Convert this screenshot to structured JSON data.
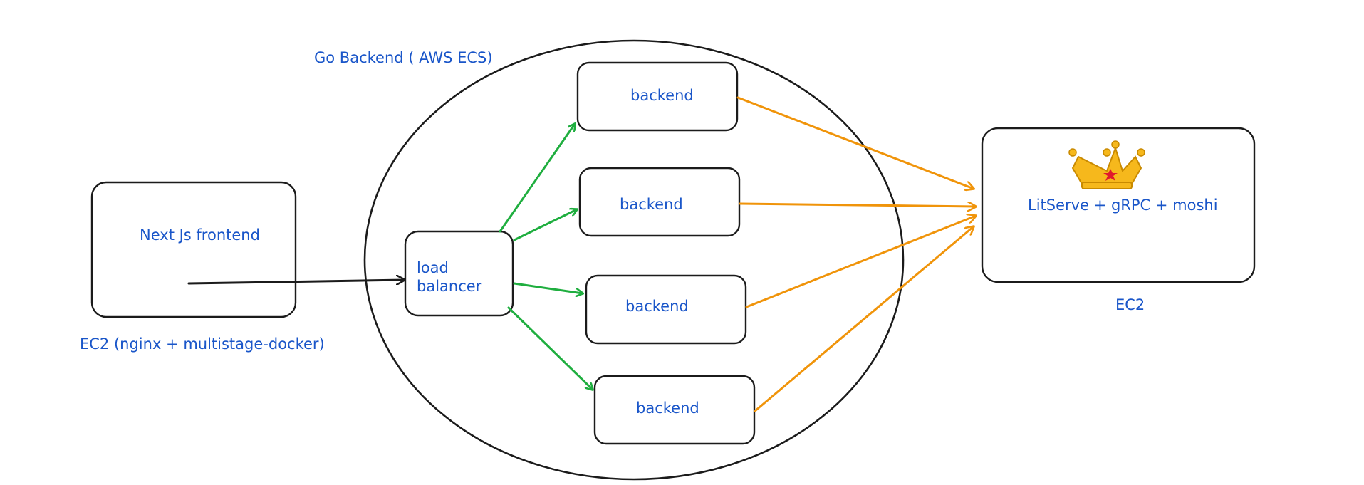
{
  "diagram": {
    "group": {
      "title": "Go Backend ( AWS ECS)"
    },
    "frontend": {
      "label": "Next Js frontend",
      "caption": "EC2 (nginx + multistage-docker)"
    },
    "load_balancer": {
      "line1": "load",
      "line2": "balancer"
    },
    "backends": [
      {
        "label": "backend"
      },
      {
        "label": "backend"
      },
      {
        "label": "backend"
      },
      {
        "label": "backend"
      }
    ],
    "model_server": {
      "label": "LitServe + gRPC + moshi",
      "caption": "EC2",
      "icon": "crown-icon"
    },
    "colors": {
      "label_blue": "#1a56c9",
      "arrow_green": "#1fae3f",
      "arrow_orange": "#f0940a",
      "outline": "#1b1b1b",
      "crown_gold": "#f6b81c",
      "crown_gem": "#e0182d"
    }
  }
}
